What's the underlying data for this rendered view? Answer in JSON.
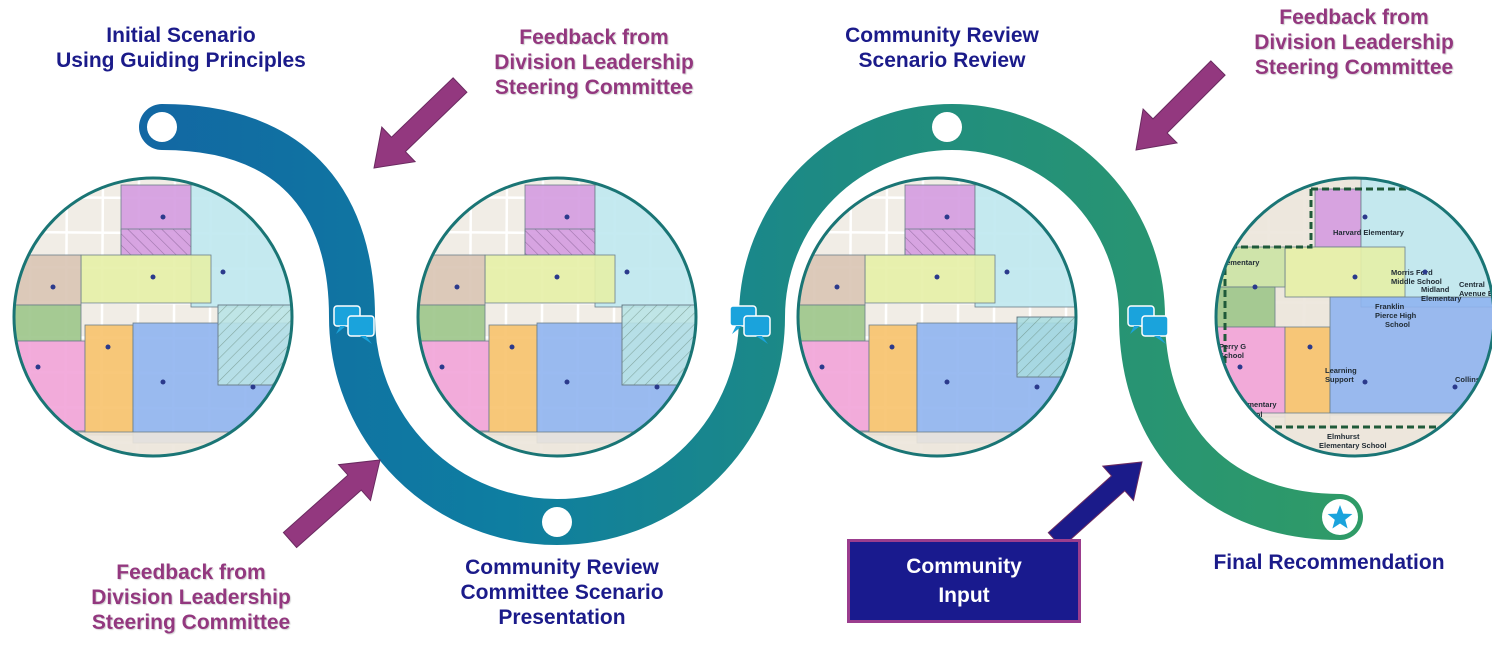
{
  "colors": {
    "path_blue": "#0e6e9f",
    "path_teal": "#1f8a7f",
    "path_green": "#2f9a6c",
    "navy_text": "#1b1b8a",
    "plum": "#93387f",
    "chat_icon": "#1aa3dc",
    "input_box": "#191a8e"
  },
  "steps": {
    "initial": {
      "lines": [
        "Initial Scenario",
        "Using Guiding Principles"
      ]
    },
    "review_presentation": {
      "lines": [
        "Community Review",
        "Committee Scenario",
        "Presentation"
      ]
    },
    "review_scenario": {
      "lines": [
        "Community Review",
        "Scenario Review"
      ]
    },
    "final": {
      "lines": [
        "Final Recommendation"
      ]
    }
  },
  "feedback": {
    "lines": [
      "Feedback from",
      "Division Leadership",
      "Steering Committee"
    ]
  },
  "community_input": {
    "lines": [
      "Community",
      "Input"
    ]
  },
  "maps": [
    {
      "name": "map-initial-scenario"
    },
    {
      "name": "map-committee-presentation"
    },
    {
      "name": "map-scenario-review"
    },
    {
      "name": "map-final-recommendation",
      "labels": [
        "Harvard Elementary",
        "Morris Ford",
        "Middle School",
        "Midland",
        "Elementary",
        "Franklin",
        "Pierce High",
        "School",
        "Central",
        "Avenue Elementa",
        "Elementary",
        "Perry G",
        "School",
        "Learning",
        "Support",
        "dale Elementary",
        "atory School",
        "Elmhurst",
        "Elementary School",
        "Collins"
      ]
    }
  ],
  "icons": {
    "discussion": "speech-bubbles-icon",
    "final": "star-icon",
    "milestone": "milestone-dot-icon",
    "arrow": "feedback-arrow-icon"
  }
}
